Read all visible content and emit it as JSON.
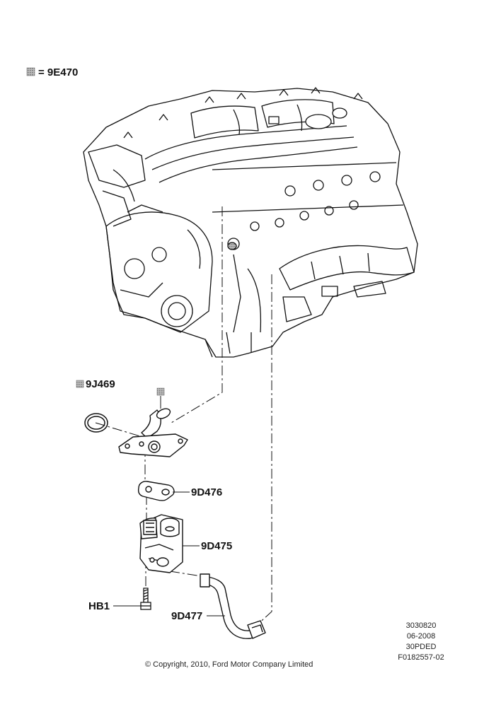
{
  "legend": {
    "symbol": "shaded-square",
    "text": "= 9E470"
  },
  "callouts": {
    "o_ring": "9J469",
    "gasket": "9D476",
    "egr_valve": "9D475",
    "bolt": "HB1",
    "egr_tube": "9D477"
  },
  "doc_ref": {
    "number": "3030820",
    "date": "06-2008",
    "code": "30PDED",
    "figure_id": "F0182557-02"
  },
  "copyright": "© Copyright, 2010, Ford Motor Company Limited",
  "colors": {
    "line": "#111111",
    "shade": "#9a9a9a",
    "paper": "#ffffff"
  }
}
